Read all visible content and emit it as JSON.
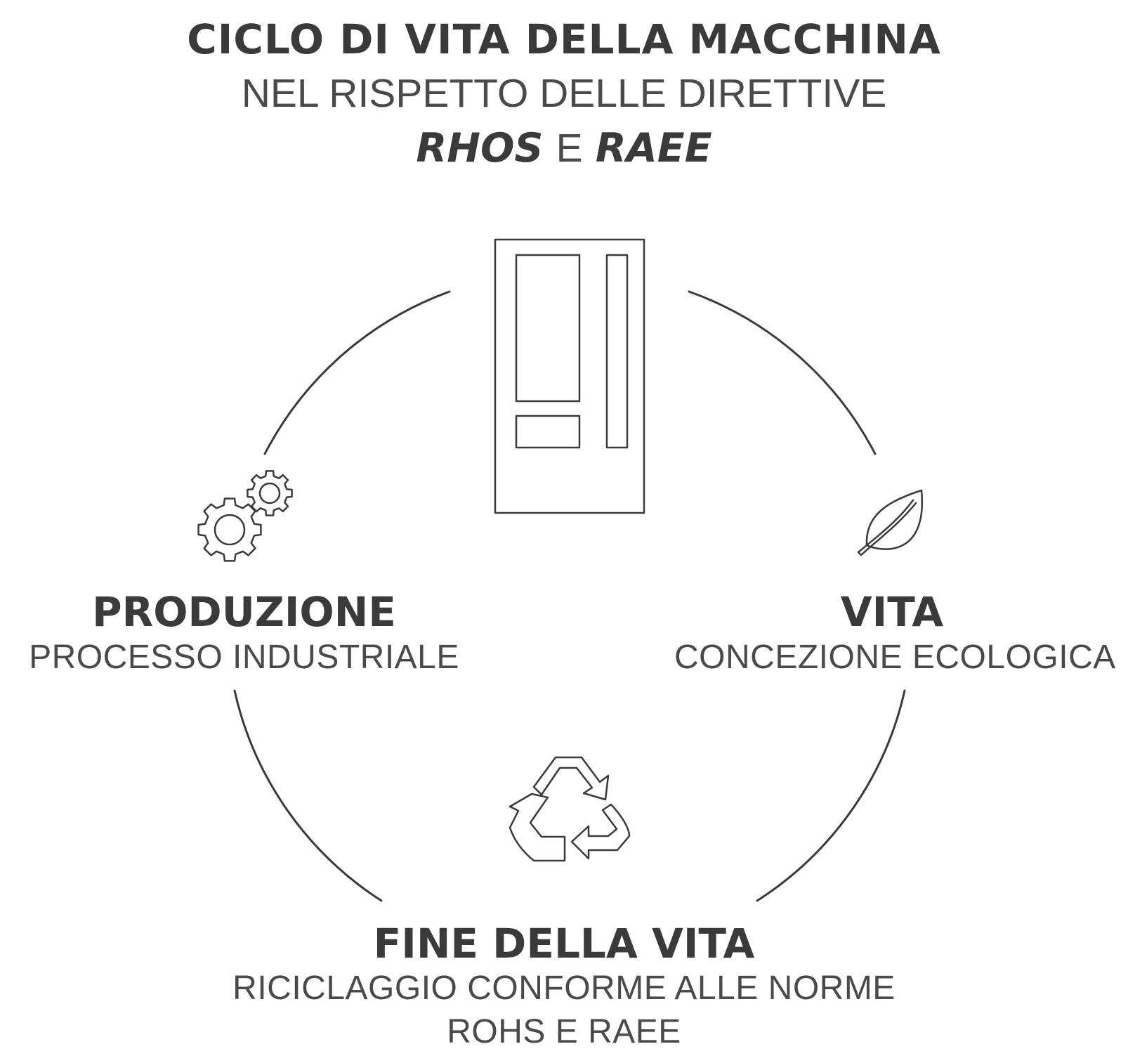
{
  "header": {
    "title": "CICLO DI VITA DELLA MACCHINA",
    "subtitle": "NEL RISPETTO DELLE DIRETTIVE",
    "directive_1": "RHOS",
    "conjunction": "E",
    "directive_2": "RAEE"
  },
  "center_icon": "vending-machine-icon",
  "stages": [
    {
      "id": "produzione",
      "title": "PRODUZIONE",
      "description": "PROCESSO INDUSTRIALE",
      "icon": "gears-icon"
    },
    {
      "id": "vita",
      "title": "VITA",
      "description": "CONCEZIONE ECOLOGICA",
      "icon": "leaf-icon"
    },
    {
      "id": "fine-della-vita",
      "title": "FINE DELLA VITA",
      "description_line_1": "RICICLAGGIO CONFORME ALLE NORME",
      "description_line_2": "ROHS E RAEE",
      "icon": "recycle-icon"
    }
  ],
  "colors": {
    "stroke": "#3a3a3a",
    "text_dark": "#3a3a3a",
    "text_light": "#4a4a4a",
    "background": "#ffffff"
  }
}
